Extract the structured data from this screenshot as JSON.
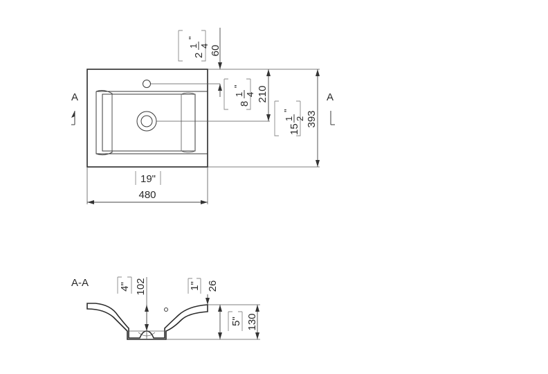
{
  "views": {
    "section_label": "A",
    "section_view_label": "A-A"
  },
  "top_view": {
    "width": {
      "mm": "480",
      "in": "19\""
    },
    "depth": {
      "mm": "393",
      "in_whole": "15",
      "in_num": "1",
      "in_den": "2",
      "in_mark": "\""
    },
    "drain_offset": {
      "mm": "210",
      "in_whole": "8",
      "in_num": "1",
      "in_den": "4",
      "in_mark": "\""
    },
    "tap_hole_offset": {
      "mm": "60",
      "in_whole": "2",
      "in_num": "1",
      "in_den": "4",
      "in_mark": "\""
    }
  },
  "section_view": {
    "height_left": {
      "mm": "102",
      "in": "4\""
    },
    "rim": {
      "mm": "26",
      "in": "1\""
    },
    "total_height": {
      "mm": "130",
      "in": "5\""
    }
  }
}
